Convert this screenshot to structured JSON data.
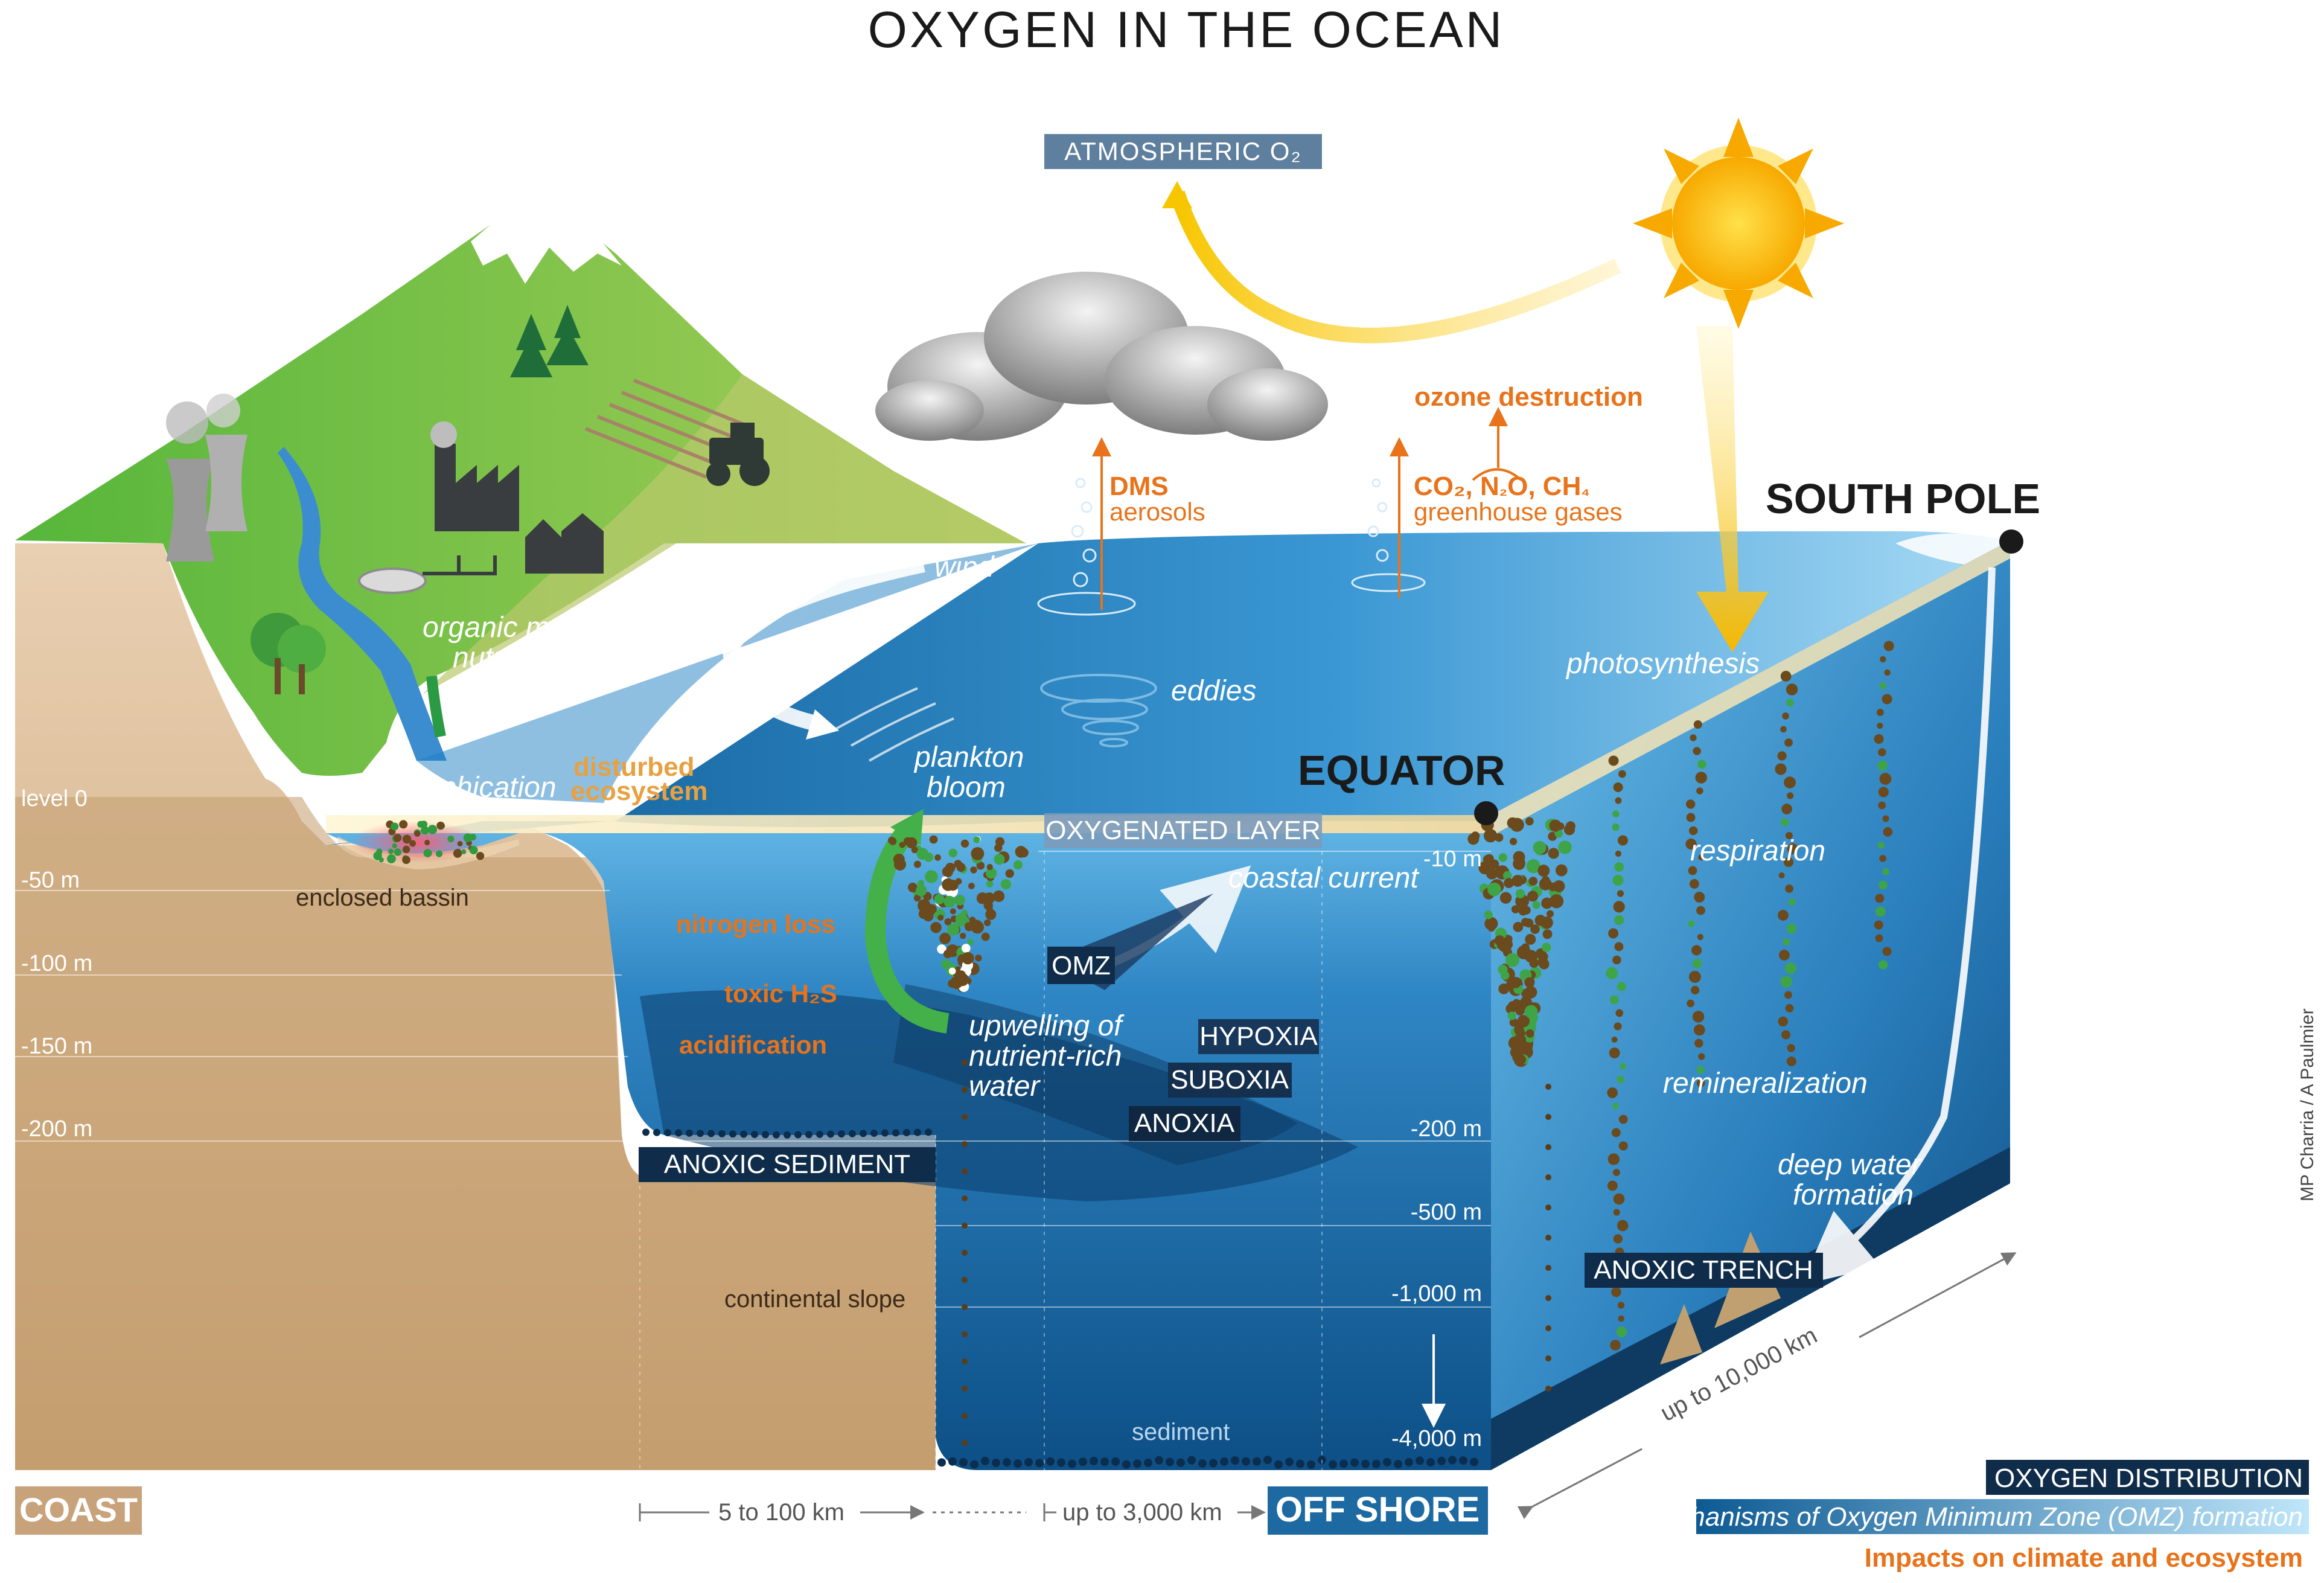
{
  "title": "OXYGEN IN THE OCEAN",
  "atmospheric": "ATMOSPHERIC O₂",
  "ozone": "ozone destruction",
  "dms": {
    "name": "DMS",
    "sub": "aerosols"
  },
  "ghg": {
    "prefix": "CO₂, N",
    "mid": "₂",
    "o": "O, CH",
    "sub4": "₄",
    "sub": "greenhouse gases"
  },
  "south_pole": "SOUTH POLE",
  "equator": "EQUATOR",
  "labels": {
    "wind": "wind",
    "eddies": "eddies",
    "photosynthesis": "photosynthesis",
    "respiration": "respiration",
    "remineralization": "remineralization",
    "deep_water_1": "deep water",
    "deep_water_2": "formation",
    "organic_1": "organic matter",
    "organic_2": "nutrients",
    "eutrophication": "eutrophication",
    "disturbed_1": "disturbed",
    "disturbed_2": "ecosystem",
    "plankton_1": "plankton",
    "plankton_2": "bloom",
    "coastal_current": "coastal current",
    "enclosed_basin": "enclosed bassin",
    "nitrogen_loss": "nitrogen loss",
    "toxic": "toxic H₂S",
    "acidification": "acidification",
    "upwelling_1": "upwelling of",
    "upwelling_2": "nutrient-rich",
    "upwelling_3": "water",
    "continental_slope": "continental slope",
    "sediment": "sediment"
  },
  "boxes": {
    "oxygenated": "OXYGENATED LAYER",
    "omz": "OMZ",
    "hypoxia": "HYPOXIA",
    "suboxia": "SUBOXIA",
    "anoxia": "ANOXIA",
    "anoxic_sediment": "ANOXIC SEDIMENT",
    "anoxic_trench": "ANOXIC TRENCH"
  },
  "depth_left": [
    "level 0",
    "-50 m",
    "-100 m",
    "-150 m",
    "-200 m"
  ],
  "depth_right": [
    "-10 m",
    "-200 m",
    "-500 m",
    "-1,000 m",
    "-4,000 m"
  ],
  "bottom": {
    "coast": "COAST",
    "offshore": "OFF SHORE",
    "dist1": "5 to 100 km",
    "dist2": "up to 3,000 km",
    "dist3": "up to 10,000 km"
  },
  "legend": {
    "item1": "OXYGEN DISTRIBUTION",
    "item2": "Mechanisms of Oxygen Minimum Zone (OMZ) formation",
    "item3": "Impacts on climate and ecosystem"
  },
  "credit": "MP Charria / A Paulmier",
  "colors": {
    "orange": "#e8731a",
    "navy": "#0f2d4a",
    "ocean": "#1d6aa3",
    "land": "#c9a57a",
    "grass": "#7cc243"
  }
}
